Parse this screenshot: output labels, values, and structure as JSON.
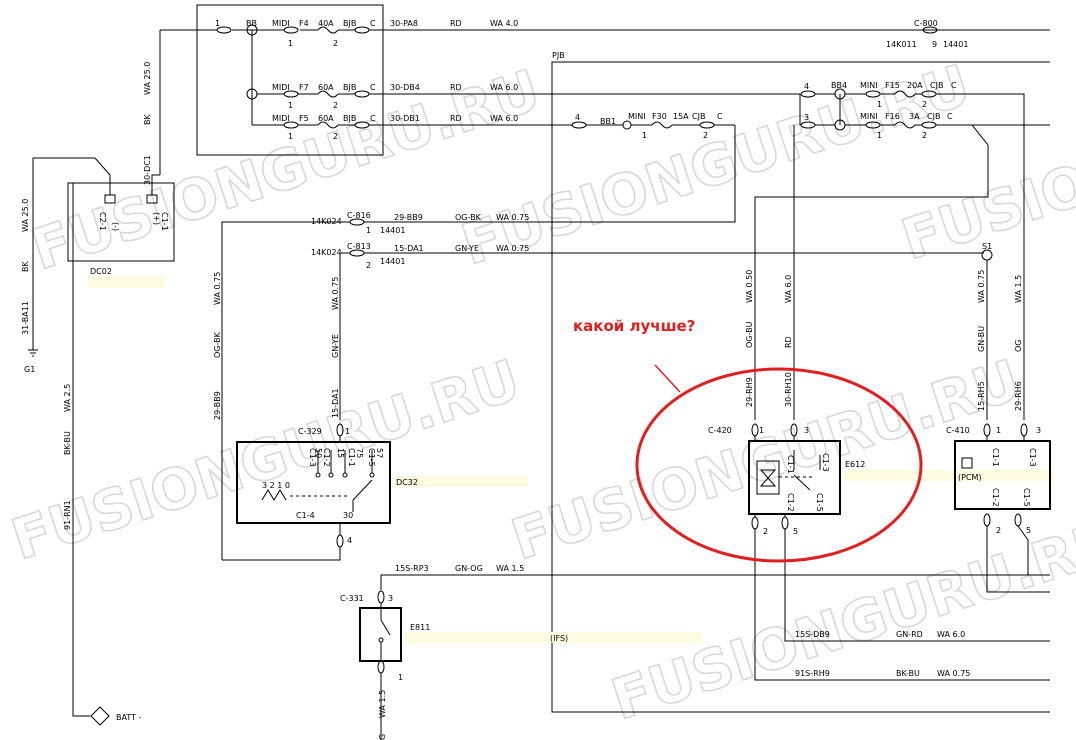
{
  "annotation": {
    "text": "какой лучше?",
    "color": "#e02020"
  },
  "watermark": "FUSIONGURU.RU",
  "fuse_box": {
    "rows": [
      {
        "pin": "1",
        "bb": "BB",
        "type": "MIDI",
        "fuse": "F4",
        "amp": "40A",
        "bjb": "BJB",
        "c": "C",
        "p1": "1",
        "p2": "2",
        "circuit": "30-PA8",
        "color": "RD",
        "wa": "WA 4.0"
      },
      {
        "type": "MIDI",
        "fuse": "F7",
        "amp": "60A",
        "bjb": "BJB",
        "c": "C",
        "p1": "1",
        "p2": "2",
        "circuit": "30-DB4",
        "color": "RD",
        "wa": "WA 6.0"
      },
      {
        "type": "MIDI",
        "fuse": "F5",
        "amp": "60A",
        "bjb": "BJB",
        "c": "C",
        "p1": "1",
        "p2": "2",
        "circuit": "30-DB1",
        "color": "RD",
        "wa": "WA 6.0"
      }
    ]
  },
  "c800": {
    "name": "C-800",
    "code": "14K011",
    "pin": "9",
    "num": "14401"
  },
  "pjb": {
    "label": "PJB",
    "bb1": "BB1",
    "pin4": "4",
    "mini": "MINI",
    "fuse": "F30",
    "amp": "15A",
    "cjb": "CJB",
    "c": "C",
    "p1": "1",
    "p2": "2"
  },
  "bb4": {
    "pin4": "4",
    "pin3": "3",
    "name": "BB4",
    "f15": {
      "mini": "MINI",
      "fuse": "F15",
      "amp": "20A",
      "cjb": "CJB",
      "c": "C",
      "p1": "1",
      "p2": "2"
    },
    "f16": {
      "mini": "MINI",
      "fuse": "F16",
      "amp": "3A",
      "cjb": "CJB",
      "c": "C",
      "p1": "1",
      "p2": "2"
    }
  },
  "battery": {
    "wa": "WA 25.0",
    "bk": "BK",
    "circuit": "30-DC1",
    "pin_neg": "(-)",
    "pin_pos": "(+)",
    "c12": "C2-1",
    "c11": "C1-1",
    "name": "DC02",
    "left_wa": "WA 25.0",
    "left_bk": "BK",
    "ground_circuit": "31-BA11",
    "ground": "G1"
  },
  "c816": {
    "name": "C-816",
    "code": "14K024",
    "pin": "1",
    "num": "14401",
    "circuit": "29-BB9",
    "color": "OG-BK",
    "wa": "WA 0.75"
  },
  "c813": {
    "name": "C-813",
    "code": "14K024",
    "pin": "2",
    "num": "14401",
    "circuit": "15-DA1",
    "color": "GN-YE",
    "wa": "WA 0.75"
  },
  "left_wires": {
    "og_wa": "WA 0.75",
    "og": "OG-BK",
    "og_circ": "29-BB9",
    "gn_wa": "WA 0.75",
    "gn": "GN-YE",
    "gn_circ": "15-DA1",
    "bk_wa": "WA 2.5",
    "bk": "BK-BU",
    "bk_circ": "91-RN1"
  },
  "dc32": {
    "conn": "C-329",
    "pin1": "1",
    "pins": [
      "C1-3",
      "C1-2",
      "C1-1",
      "C1-5"
    ],
    "p50": "50",
    "p15": "15",
    "p75": "75",
    "p57": "57",
    "pin_nums": "3 2 1 0",
    "c14": "C1-4",
    "p30": "30",
    "pin4": "4",
    "name": "DC32"
  },
  "ign_wire": {
    "circuit": "15S-RP3",
    "color": "GN-OG",
    "wa": "WA 1.5"
  },
  "c331": {
    "name": "C-331",
    "pin3": "3",
    "pin1": "1",
    "device": "E811",
    "ifs": "(IFS)",
    "wa": "WA 1.5",
    "g": "G"
  },
  "batt": {
    "label": "BATT -"
  },
  "e612": {
    "conn": "C-420",
    "pin1": "1",
    "pin3": "3",
    "pin2": "2",
    "pin5": "5",
    "c11": "C1-1",
    "c13": "C1-3",
    "c12": "C1-2",
    "c15": "C1-5",
    "name": "E612",
    "w1_wa": "WA 0.50",
    "w1_color": "OG-BU",
    "w1_circ": "29-RH9",
    "w2_wa": "WA 6.0",
    "w2_color": "RD",
    "w2_circ": "30-RH10"
  },
  "pcm": {
    "conn": "C-410",
    "pin1": "1",
    "pin3": "3",
    "pin2": "2",
    "pin5": "5",
    "c11": "C1-1",
    "c13": "C1-3",
    "c12": "C1-2",
    "c15": "C1-5",
    "name": "(PCM)",
    "w1_wa": "WA 0.75",
    "w1_color": "GN-BU",
    "w1_circ": "15-RH5",
    "w2_wa": "WA 1.5",
    "w2_color": "OG",
    "w2_circ": "29-RH6",
    "splice": "S1"
  },
  "bottom_wires": {
    "w1_circ": "15S-DB9",
    "w1_color": "GN-RD",
    "w1_wa": "WA 6.0",
    "w2_circ": "91S-RH9",
    "w2_color": "BK-BU",
    "w2_wa": "WA 0.75"
  }
}
